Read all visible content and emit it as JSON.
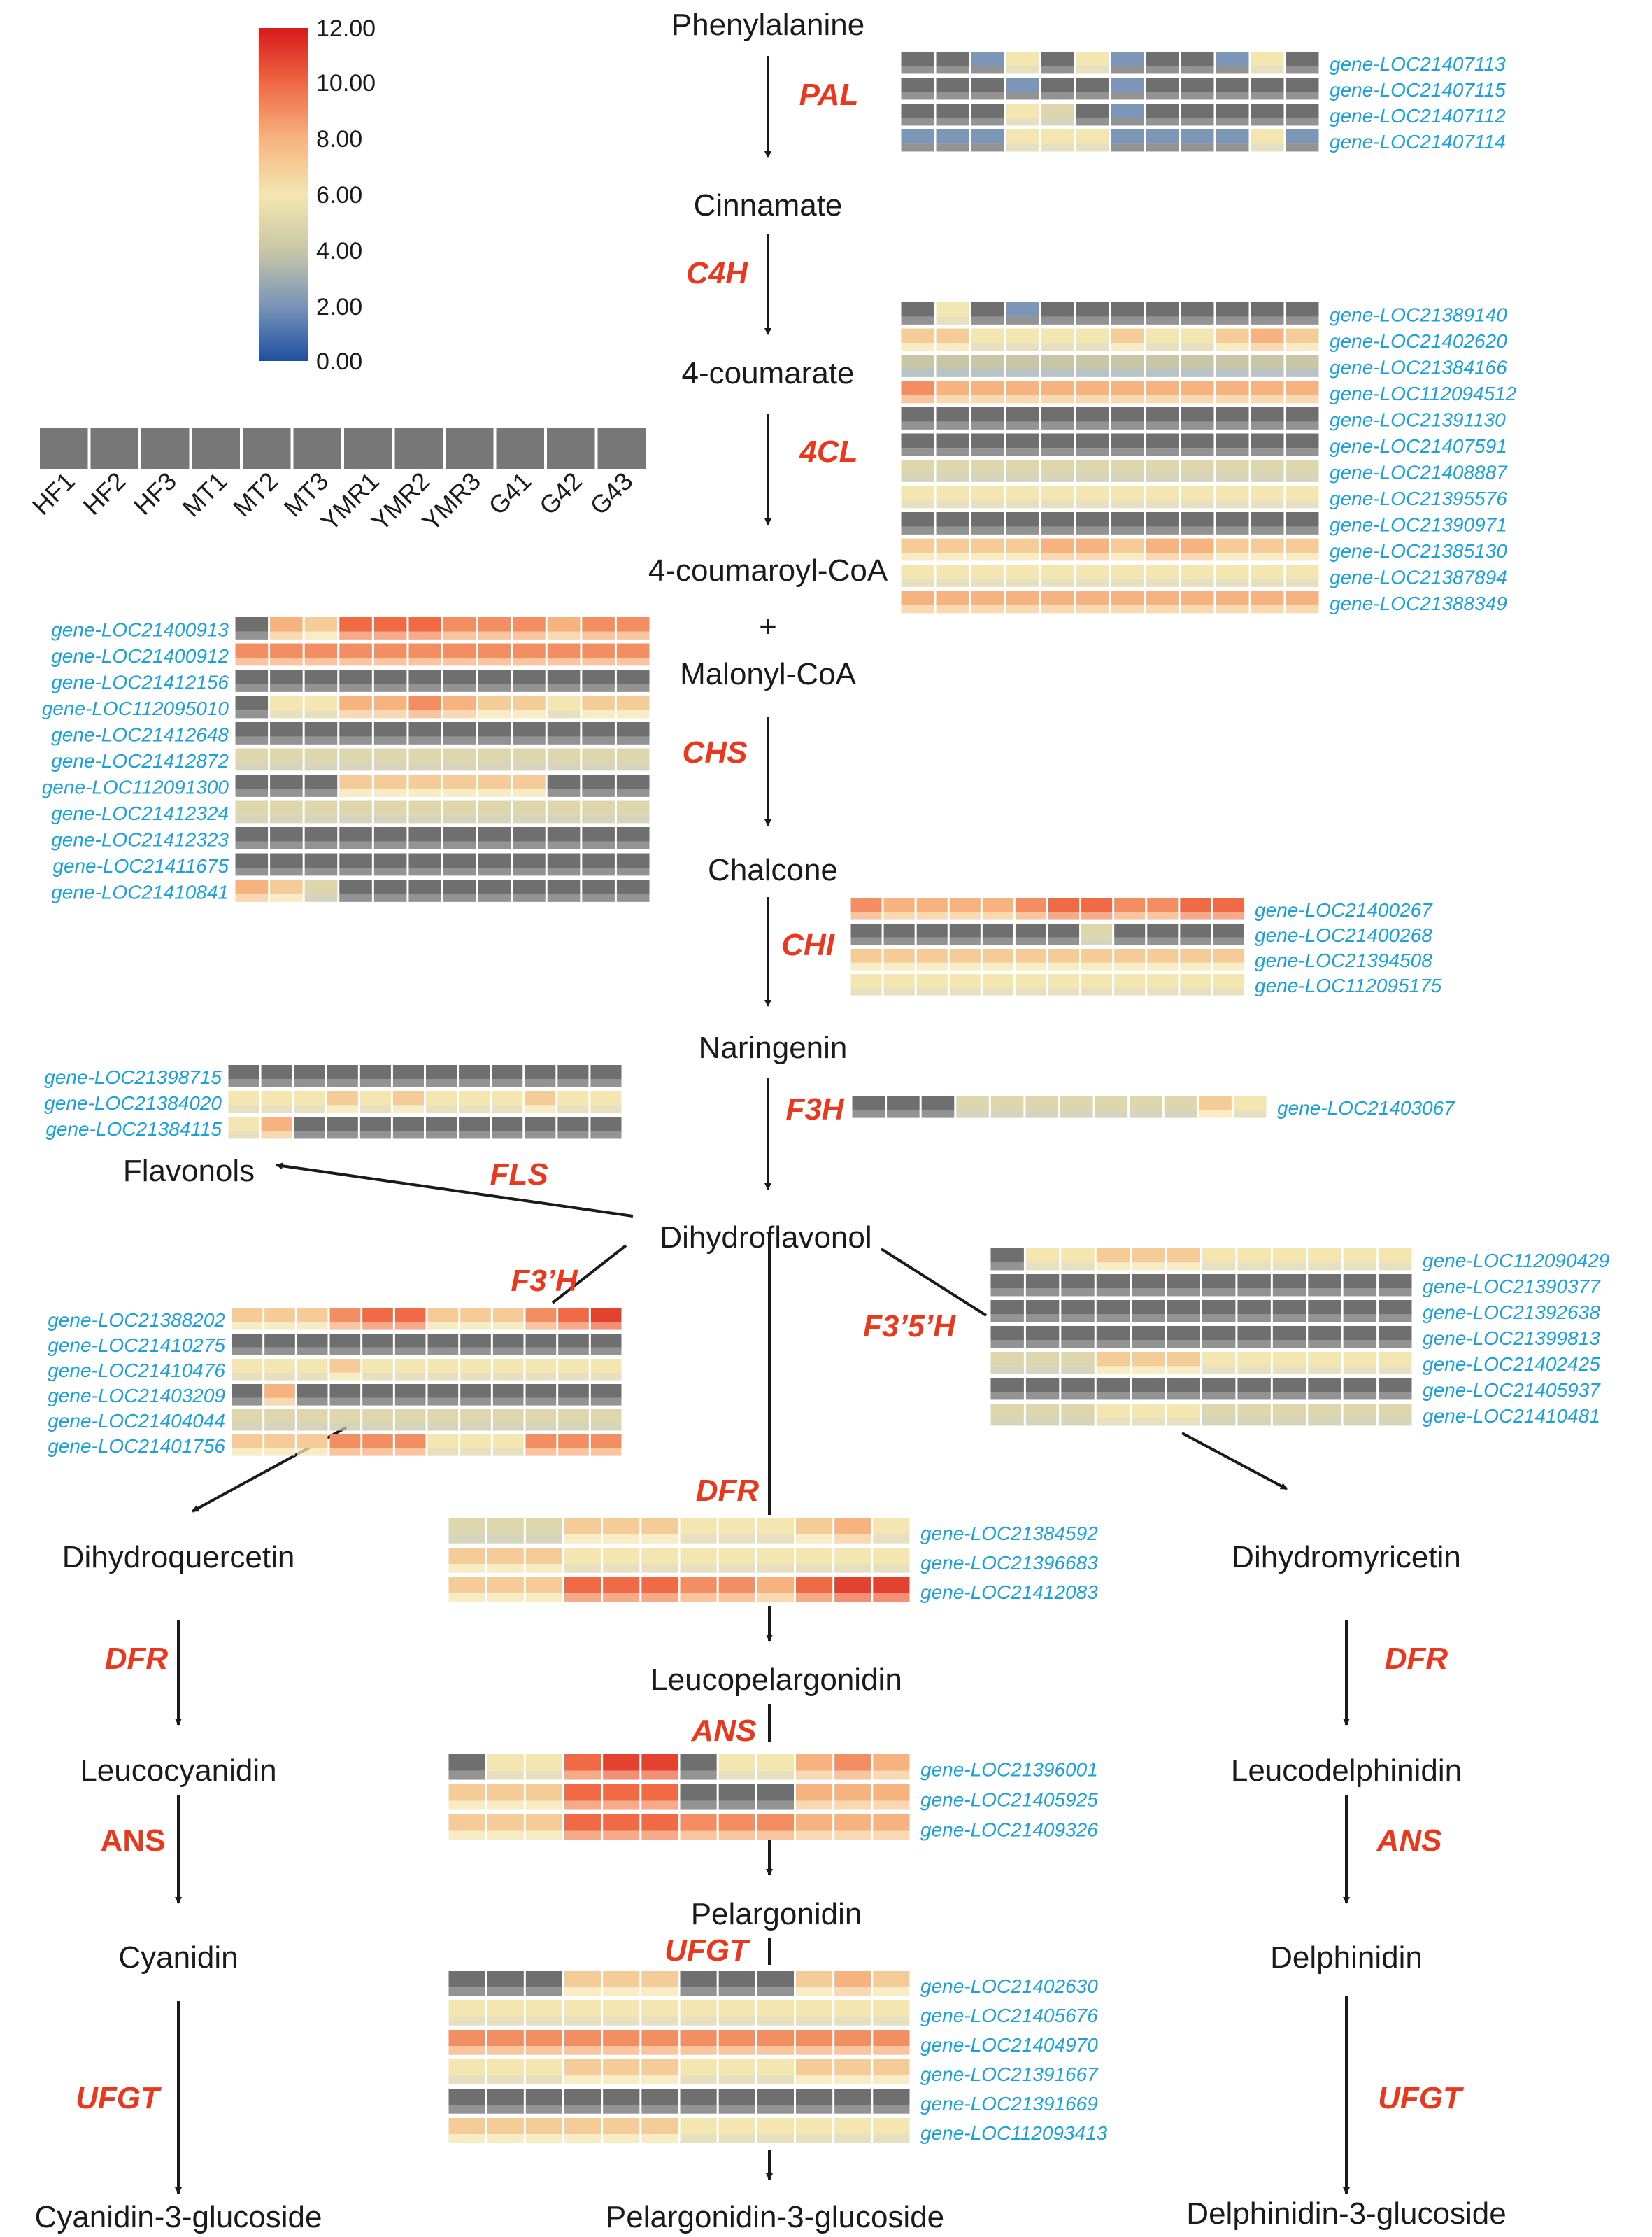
{
  "legend": {
    "ticks": [
      "12.00",
      "10.00",
      "8.00",
      "6.00",
      "4.00",
      "2.00",
      "0.00"
    ],
    "stops": [
      "#d7191c",
      "#ef6a45",
      "#f6b27f",
      "#f4e6b0",
      "#c8c6a7",
      "#7c96b8",
      "#1f4fa0"
    ]
  },
  "samples": [
    "HF1",
    "HF2",
    "HF3",
    "MT1",
    "MT2",
    "MT3",
    "YMR1",
    "YMR2",
    "YMR3",
    "G41",
    "G42",
    "G43"
  ],
  "metabolites": {
    "phenylalanine": "Phenylalanine",
    "cinnamate": "Cinnamate",
    "coumarate": "4-coumarate",
    "coumaroyl": "4-coumaroyl-CoA",
    "plus": "+",
    "malonyl": "Malonyl-CoA",
    "chalcone": "Chalcone",
    "naringenin": "Naringenin",
    "flavonols": "Flavonols",
    "dihydroflavonol": "Dihydroflavonol",
    "dihydroquercetin": "Dihydroquercetin",
    "dihydromyricetin": "Dihydromyricetin",
    "leucopelargonidin": "Leucopelargonidin",
    "leucocyanidin": "Leucocyanidin",
    "leucodelphinidin": "Leucodelphinidin",
    "pelargonidin": "Pelargonidin",
    "cyanidin": "Cyanidin",
    "delphinidin": "Delphinidin",
    "cyanidin3g": "Cyanidin-3-glucoside",
    "pelargonidin3g": "Pelargonidin-3-glucoside",
    "delphinidin3g": "Delphinidin-3-glucoside"
  },
  "enzymes": {
    "pal": "PAL",
    "c4h": "C4H",
    "fourcl": "4CL",
    "chs": "CHS",
    "chi": "CHI",
    "f3h": "F3H",
    "fls": "FLS",
    "f3ph": "F3’H",
    "f35h": "F3’5’H",
    "dfr_c": "DFR",
    "dfr_l": "DFR",
    "dfr_r": "DFR",
    "ans_c": "ANS",
    "ans_l": "ANS",
    "ans_r": "ANS",
    "ufgt_c": "UFGT",
    "ufgt_l": "UFGT",
    "ufgt_r": "UFGT"
  },
  "heatmaps": [
    {
      "id": "pal",
      "genes": [
        "gene-LOC21407113",
        "gene-LOC21407115",
        "gene-LOC21407112",
        "gene-LOC21407114"
      ],
      "values": [
        [
          1,
          1,
          2,
          6,
          1,
          6,
          2,
          1,
          1,
          2,
          6,
          1
        ],
        [
          1,
          1,
          1,
          2,
          1,
          1,
          2,
          1,
          1,
          1,
          1,
          1
        ],
        [
          1,
          1,
          1,
          6,
          5,
          1,
          2,
          1,
          1,
          1,
          1,
          1
        ],
        [
          2,
          2,
          2,
          6,
          6,
          6,
          2,
          2,
          2,
          2,
          6,
          2
        ]
      ]
    },
    {
      "id": "fourcl",
      "genes": [
        "gene-LOC21389140",
        "gene-LOC21402620",
        "gene-LOC21384166",
        "gene-LOC112094512",
        "gene-LOC21391130",
        "gene-LOC21407591",
        "gene-LOC21408887",
        "gene-LOC21395576",
        "gene-LOC21390971",
        "gene-LOC21385130",
        "gene-LOC21387894",
        "gene-LOC21388349"
      ],
      "values": [
        [
          1,
          6,
          1,
          2,
          1,
          1,
          1,
          1,
          1,
          1,
          1,
          1
        ],
        [
          7,
          7,
          6,
          6,
          6,
          6,
          7,
          6,
          6,
          7,
          8,
          7
        ],
        [
          4,
          4,
          4,
          4,
          4,
          4,
          4,
          4,
          4,
          4,
          4,
          4
        ],
        [
          9,
          8,
          8,
          8,
          8,
          8,
          8,
          8,
          8,
          8,
          8,
          8
        ],
        [
          1,
          1,
          1,
          1,
          1,
          1,
          1,
          1,
          1,
          1,
          1,
          1
        ],
        [
          1,
          1,
          1,
          1,
          1,
          1,
          1,
          1,
          1,
          1,
          1,
          1
        ],
        [
          5,
          5,
          5,
          5,
          5,
          5,
          5,
          5,
          5,
          5,
          5,
          5
        ],
        [
          6,
          6,
          6,
          6,
          6,
          6,
          6,
          6,
          6,
          6,
          6,
          6
        ],
        [
          1,
          1,
          1,
          1,
          1,
          1,
          1,
          1,
          1,
          1,
          1,
          1
        ],
        [
          7,
          7,
          7,
          7,
          8,
          8,
          7,
          8,
          8,
          7,
          7,
          7
        ],
        [
          6,
          6,
          6,
          6,
          6,
          6,
          6,
          6,
          6,
          6,
          6,
          6
        ],
        [
          8,
          8,
          8,
          8,
          8,
          8,
          8,
          8,
          8,
          8,
          8,
          8
        ]
      ]
    },
    {
      "id": "chs",
      "genes": [
        "gene-LOC21400913",
        "gene-LOC21400912",
        "gene-LOC21412156",
        "gene-LOC112095010",
        "gene-LOC21412648",
        "gene-LOC21412872",
        "gene-LOC112091300",
        "gene-LOC21412324",
        "gene-LOC21412323",
        "gene-LOC21411675",
        "gene-LOC21410841"
      ],
      "values": [
        [
          1,
          8,
          7,
          10,
          10,
          10,
          9,
          9,
          9,
          8,
          9,
          9
        ],
        [
          9,
          9,
          9,
          9,
          9,
          9,
          9,
          9,
          9,
          9,
          9,
          9
        ],
        [
          1,
          1,
          1,
          1,
          1,
          1,
          1,
          1,
          1,
          1,
          1,
          1
        ],
        [
          1,
          6,
          6,
          8,
          8,
          9,
          8,
          7,
          7,
          6,
          7,
          7
        ],
        [
          1,
          1,
          1,
          1,
          1,
          1,
          1,
          1,
          1,
          1,
          1,
          1
        ],
        [
          5,
          5,
          5,
          5,
          5,
          5,
          5,
          5,
          5,
          5,
          5,
          5
        ],
        [
          1,
          1,
          1,
          7,
          7,
          7,
          7,
          7,
          7,
          1,
          1,
          1
        ],
        [
          5,
          5,
          5,
          5,
          5,
          5,
          5,
          5,
          5,
          5,
          5,
          5
        ],
        [
          1,
          1,
          1,
          1,
          1,
          1,
          1,
          1,
          1,
          1,
          1,
          1
        ],
        [
          1,
          1,
          1,
          1,
          1,
          1,
          1,
          1,
          1,
          1,
          1,
          1
        ],
        [
          8,
          7,
          5,
          1,
          1,
          1,
          1,
          1,
          1,
          1,
          1,
          1
        ]
      ]
    },
    {
      "id": "chi",
      "genes": [
        "gene-LOC21400267",
        "gene-LOC21400268",
        "gene-LOC21394508",
        "gene-LOC112095175"
      ],
      "values": [
        [
          9,
          8,
          8,
          8,
          8,
          9,
          10,
          10,
          9,
          9,
          10,
          10
        ],
        [
          1,
          1,
          1,
          1,
          1,
          1,
          1,
          5,
          1,
          1,
          1,
          1
        ],
        [
          7,
          7,
          7,
          7,
          7,
          7,
          7,
          7,
          7,
          7,
          7,
          7
        ],
        [
          6,
          6,
          6,
          6,
          6,
          6,
          6,
          6,
          6,
          6,
          6,
          6
        ]
      ]
    },
    {
      "id": "fls",
      "genes": [
        "gene-LOC21398715",
        "gene-LOC21384020",
        "gene-LOC21384115"
      ],
      "values": [
        [
          1,
          1,
          1,
          1,
          1,
          1,
          1,
          1,
          1,
          1,
          1,
          1
        ],
        [
          6,
          6,
          6,
          7,
          6,
          7,
          6,
          6,
          6,
          7,
          6,
          6
        ],
        [
          6,
          8,
          1,
          1,
          1,
          1,
          1,
          1,
          1,
          1,
          1,
          1
        ]
      ]
    },
    {
      "id": "f3h",
      "genes": [
        "gene-LOC21403067"
      ],
      "values": [
        [
          1,
          1,
          1,
          5,
          5,
          5,
          5,
          5,
          5,
          5,
          7,
          6
        ]
      ]
    },
    {
      "id": "f3ph",
      "genes": [
        "gene-LOC21388202",
        "gene-LOC21410275",
        "gene-LOC21410476",
        "gene-LOC21403209",
        "gene-LOC21404044",
        "gene-LOC21401756"
      ],
      "values": [
        [
          7,
          7,
          7,
          9,
          10,
          10,
          7,
          7,
          7,
          9,
          10,
          11
        ],
        [
          1,
          1,
          1,
          1,
          1,
          1,
          1,
          1,
          1,
          1,
          1,
          1
        ],
        [
          6,
          6,
          6,
          7,
          6,
          6,
          6,
          6,
          6,
          6,
          6,
          6
        ],
        [
          1,
          8,
          1,
          1,
          1,
          1,
          1,
          1,
          1,
          1,
          1,
          1
        ],
        [
          5,
          5,
          5,
          5,
          5,
          5,
          5,
          5,
          5,
          5,
          5,
          5
        ],
        [
          7,
          7,
          7,
          9,
          9,
          9,
          6,
          6,
          6,
          9,
          9,
          9
        ]
      ]
    },
    {
      "id": "f35h",
      "genes": [
        "gene-LOC112090429",
        "gene-LOC21390377",
        "gene-LOC21392638",
        "gene-LOC21399813",
        "gene-LOC21402425",
        "gene-LOC21405937",
        "gene-LOC21410481"
      ],
      "values": [
        [
          1,
          6,
          6,
          7,
          7,
          7,
          6,
          6,
          6,
          6,
          6,
          6
        ],
        [
          1,
          1,
          1,
          1,
          1,
          1,
          1,
          1,
          1,
          1,
          1,
          1
        ],
        [
          1,
          1,
          1,
          1,
          1,
          1,
          1,
          1,
          1,
          1,
          1,
          1
        ],
        [
          1,
          1,
          1,
          1,
          1,
          1,
          1,
          1,
          1,
          1,
          1,
          1
        ],
        [
          5,
          5,
          5,
          7,
          7,
          7,
          6,
          6,
          6,
          6,
          6,
          6
        ],
        [
          1,
          1,
          1,
          1,
          1,
          1,
          1,
          1,
          1,
          1,
          1,
          1
        ],
        [
          5,
          5,
          5,
          6,
          6,
          6,
          5,
          5,
          5,
          5,
          5,
          5
        ]
      ]
    },
    {
      "id": "dfr",
      "genes": [
        "gene-LOC21384592",
        "gene-LOC21396683",
        "gene-LOC21412083"
      ],
      "values": [
        [
          5,
          5,
          5,
          7,
          7,
          7,
          6,
          6,
          6,
          7,
          8,
          6
        ],
        [
          7,
          7,
          7,
          6,
          6,
          6,
          6,
          6,
          6,
          6,
          6,
          6
        ],
        [
          7,
          7,
          7,
          10,
          10,
          10,
          9,
          9,
          8,
          10,
          11,
          11
        ]
      ]
    },
    {
      "id": "ans",
      "genes": [
        "gene-LOC21396001",
        "gene-LOC21405925",
        "gene-LOC21409326"
      ],
      "values": [
        [
          1,
          6,
          6,
          10,
          11,
          11,
          1,
          6,
          6,
          8,
          9,
          8
        ],
        [
          7,
          7,
          7,
          10,
          10,
          10,
          1,
          1,
          1,
          8,
          8,
          8
        ],
        [
          7,
          7,
          7,
          10,
          10,
          10,
          9,
          9,
          9,
          8,
          8,
          8
        ]
      ]
    },
    {
      "id": "ufgt",
      "genes": [
        "gene-LOC21402630",
        "gene-LOC21405676",
        "gene-LOC21404970",
        "gene-LOC21391667",
        "gene-LOC21391669",
        "gene-LOC112093413"
      ],
      "values": [
        [
          1,
          1,
          1,
          7,
          7,
          7,
          1,
          1,
          1,
          7,
          8,
          7
        ],
        [
          6,
          6,
          6,
          6,
          6,
          6,
          6,
          6,
          6,
          6,
          6,
          6
        ],
        [
          9,
          9,
          9,
          9,
          9,
          9,
          9,
          9,
          9,
          9,
          9,
          9
        ],
        [
          6,
          6,
          6,
          7,
          7,
          7,
          6,
          6,
          6,
          7,
          7,
          7
        ],
        [
          1,
          1,
          1,
          1,
          1,
          1,
          1,
          1,
          1,
          1,
          1,
          1
        ],
        [
          7,
          7,
          7,
          7,
          7,
          7,
          6,
          6,
          6,
          6,
          6,
          6
        ]
      ]
    }
  ]
}
